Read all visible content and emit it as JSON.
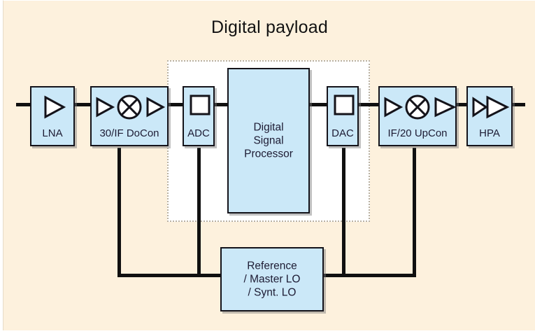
{
  "figure": {
    "title": "Digital payload",
    "background_color": "#fdf1dd",
    "block_fill_color": "#cbe8f8",
    "block_stroke_color": "#14131a",
    "wire_color": "#101010",
    "digital_zone_fill": "#ffffff",
    "digital_zone_border": "#b9b1a2",
    "label_color": "#1d1b33"
  },
  "signal_chain": [
    {
      "id": "lna",
      "label": "LNA",
      "symbols": [
        "amplifier"
      ],
      "in_digital_zone": false
    },
    {
      "id": "docon",
      "label": "30/IF DoCon",
      "symbols": [
        "amplifier",
        "mixer",
        "amplifier"
      ],
      "in_digital_zone": false
    },
    {
      "id": "adc",
      "label": "ADC",
      "symbols": [
        "square"
      ],
      "in_digital_zone": true
    },
    {
      "id": "dsp",
      "label": "Digital\nSignal\nProcessor",
      "label_line1": "Digital",
      "label_line2": "Signal",
      "label_line3": "Processor",
      "symbols": [],
      "in_digital_zone": true
    },
    {
      "id": "dac",
      "label": "DAC",
      "symbols": [
        "square"
      ],
      "in_digital_zone": true
    },
    {
      "id": "upcon",
      "label": "IF/20 UpCon",
      "symbols": [
        "amplifier",
        "mixer",
        "amplifier"
      ],
      "in_digital_zone": false
    },
    {
      "id": "hpa",
      "label": "HPA",
      "symbols": [
        "amplifier",
        "amplifier"
      ],
      "in_digital_zone": false
    }
  ],
  "reference_block": {
    "id": "reference",
    "label_line1": "Reference",
    "label_line2": "/ Master LO",
    "label_line3": "/ Synt. LO"
  },
  "clock_distribution": {
    "connects_to": [
      "docon",
      "adc",
      "dac",
      "upcon"
    ],
    "description": "Reference / Master LO / Synt. LO feeds the down converter, ADC, DAC and up converter"
  }
}
